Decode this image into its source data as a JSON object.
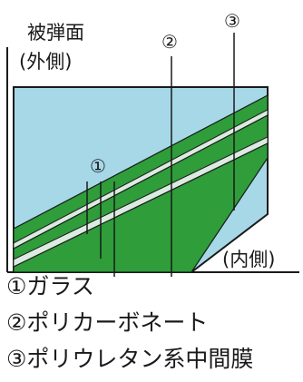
{
  "labels": {
    "impact_side": "被弾面",
    "outer_side": "(外側)",
    "inner_side": "(内側)"
  },
  "markers": {
    "glass": "①",
    "polycarbonate": "②",
    "interlayer": "③"
  },
  "legend": [
    "①ガラス",
    "②ポリカーボネート",
    "③ポリウレタン系中間膜"
  ],
  "colors": {
    "polycarbonate_fill": "#a6d8e8",
    "glass_fill": "#2e9d3a",
    "interlayer_fill": "#dcebe1",
    "outline": "#1a1a1a",
    "text": "#1a1a1a"
  },
  "icons": [
    "circled-number-1-icon",
    "circled-number-2-icon",
    "circled-number-3-icon"
  ]
}
